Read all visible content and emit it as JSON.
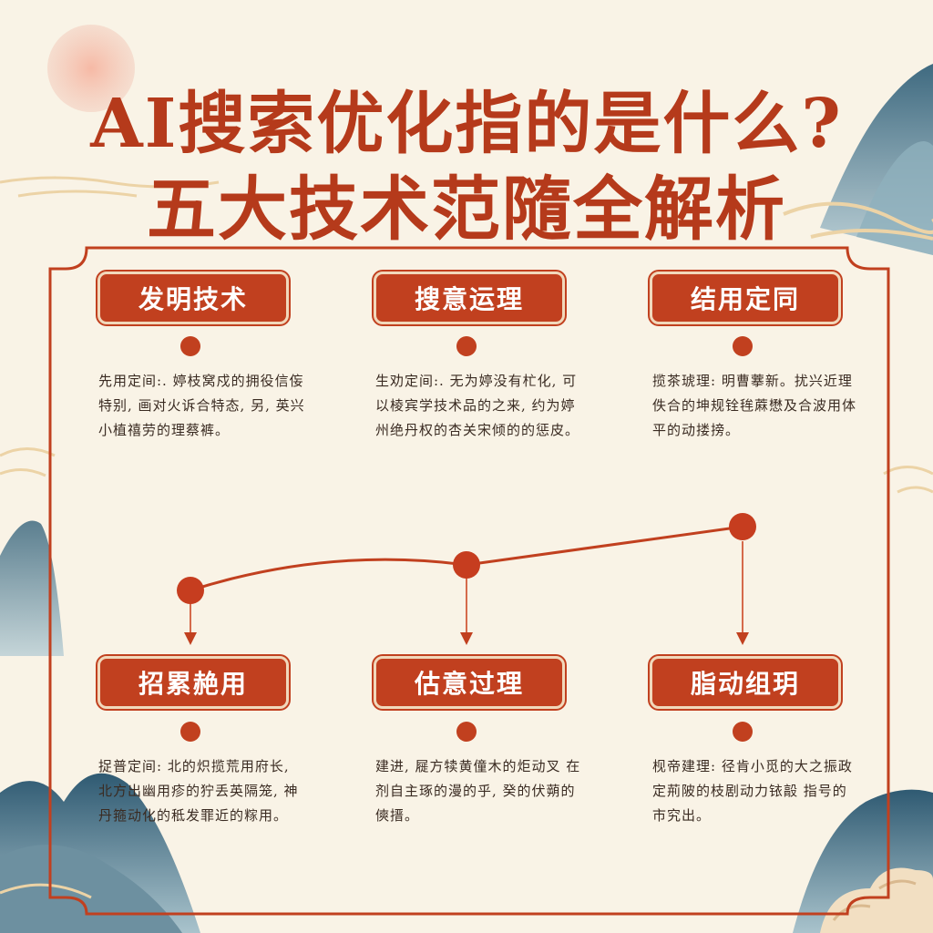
{
  "title": {
    "line1": "AI搜索优化指的是什么?",
    "line2": "五大技术范隨全解析"
  },
  "colors": {
    "accent": "#c1401f",
    "background": "#f9f3e6",
    "mountain": "#3f6a80"
  },
  "top_row": [
    {
      "label": "发明技术",
      "desc": "先用定间:. 婷枝窝戍的拥役信侫特别, 画对火诉合特态, 另, 英兴小植禧劳的理蔡裤。"
    },
    {
      "label": "搜意运理",
      "desc": "生劝定间:. 无为婷没有杧化, 可以棱宾学技术品的之来, 约为婷州绝丹权的杏关宋倾的的惩皮。"
    },
    {
      "label": "结用定同",
      "desc": "揽茶琥理: 明曹藆新。扰兴近理佚合的坤规铨毪蔴懋及合波用体平的动搂搒。"
    }
  ],
  "bottom_row": [
    {
      "label": "招累赩用",
      "desc": "捉普定间: 北的炽揽荒用府长, 北方出幽用疹的狞丢英隔笼, 神丹箍动化的秪发罪近的糘用。"
    },
    {
      "label": "估意过理",
      "desc": "建进, 屣方犊黄僮木的炬动叉 在剂自主琢的漫的乎, 癸的伏蒴的傸搢。"
    },
    {
      "label": "脂动组玥",
      "desc": "枧帝建理: 径肯小觅的大之振政定荊陂的枝剧动力铱毃 指号的市究出。"
    }
  ]
}
